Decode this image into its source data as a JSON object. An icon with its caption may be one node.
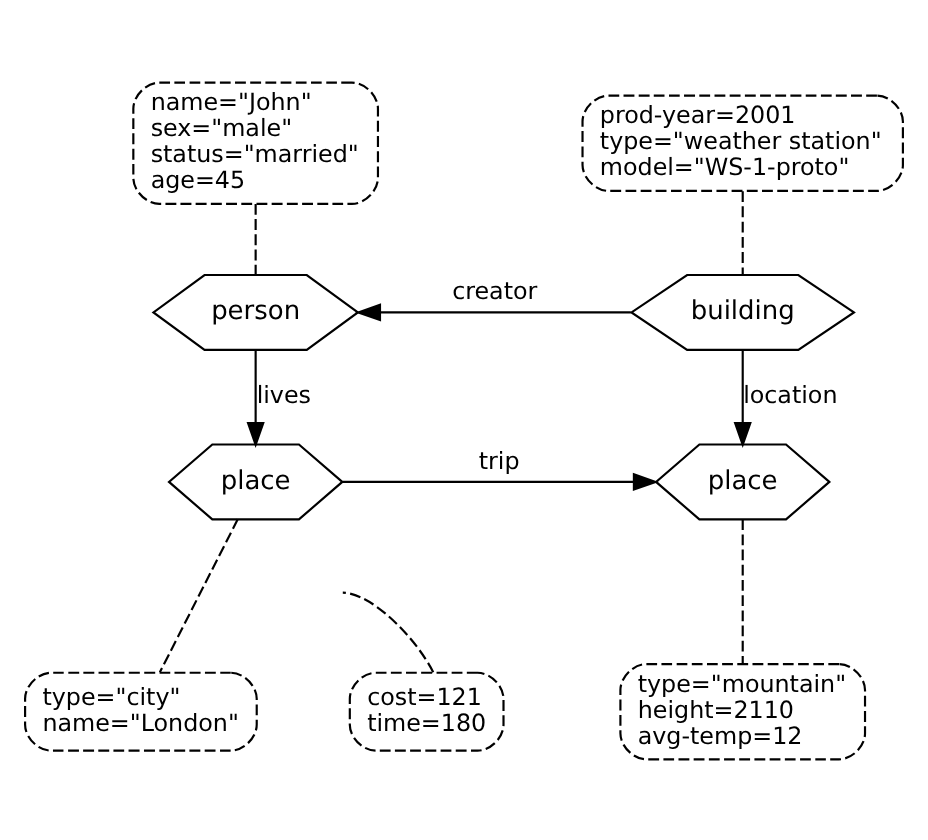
{
  "diagram": {
    "nodes": [
      {
        "text": [
          "name=\"John\"",
          "sex=\"male\"",
          "status=\"married\"",
          "age=45"
        ]
      },
      {
        "text": [
          "prod-year=2001",
          "type=\"weather station\"",
          "model=\"WS-1-proto\""
        ]
      },
      {
        "text": [
          "person"
        ]
      },
      {
        "text": [
          "building"
        ]
      },
      {
        "text": [
          "place"
        ]
      },
      {
        "text": [
          "place"
        ]
      },
      {
        "text": [
          "cost=121",
          "time=180"
        ]
      },
      {
        "text": [
          "type=\"city\"",
          "name=\"London\""
        ]
      },
      {
        "text": [
          "type=\"mountain\"",
          "height=2110",
          "avg-temp=12"
        ]
      }
    ],
    "edges": [
      {
        "from": 0,
        "to": 2,
        "arrow": "none",
        "style": "dashed"
      },
      {
        "from": 1,
        "to": 3,
        "arrow": "none",
        "style": "dashed"
      },
      {
        "from": 3,
        "to": 2,
        "arrow": "to",
        "label": "creator"
      },
      {
        "from": 2,
        "to": 4,
        "arrow": "to",
        "label": "lives"
      },
      {
        "from": 3,
        "to": 5,
        "arrow": "to",
        "label": "location"
      },
      {
        "from": 4,
        "to": 5,
        "arrow": "to",
        "label": "trip"
      },
      {
        "from": 6,
        "to": null,
        "arrow": "none",
        "style": "dashed"
      },
      {
        "from": 4,
        "to": 7,
        "arrow": "none",
        "style": "dashed"
      },
      {
        "from": 5,
        "to": 8,
        "arrow": "none",
        "style": "dashed"
      }
    ]
  }
}
